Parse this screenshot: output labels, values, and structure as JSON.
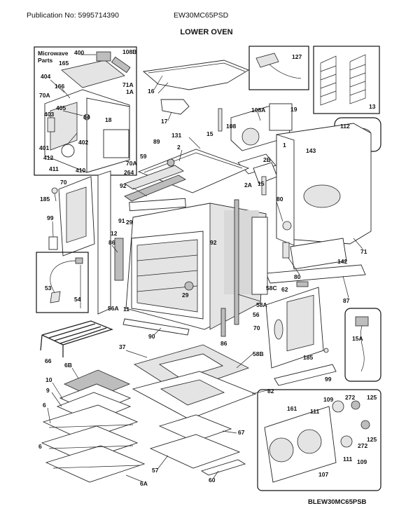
{
  "header": {
    "publication": "Publication No: 5995714390",
    "model": "EW30MC65PSD"
  },
  "title": "LOWER OVEN",
  "footer": "BLEW30MC65PSB",
  "insets": {
    "microwave_parts_line1": "Microwave",
    "microwave_parts_line2": "Parts"
  },
  "callouts": {
    "c400": "400",
    "c108B": "108B",
    "c165": "165",
    "c404": "404",
    "c166": "166",
    "c71A": "71A",
    "c1A": "1A",
    "c70A_top": "70A",
    "c405": "405",
    "c403": "403",
    "c84": "84",
    "c18": "18",
    "c402": "402",
    "c401": "401",
    "c412": "412",
    "c411": "411",
    "c410": "410",
    "c70A_bot": "70A",
    "c16": "16",
    "c17": "17",
    "c127": "127",
    "c13": "13",
    "c112": "112",
    "c108A": "108A",
    "c19": "19",
    "c108": "108",
    "c15a": "15",
    "c15b": "15",
    "c131": "131",
    "c2": "2",
    "c89": "89",
    "c1": "1",
    "c143": "143",
    "c2B": "2B",
    "c2A": "2A",
    "c59": "59",
    "c264": "264",
    "c92a": "92",
    "c92b": "92",
    "c70a": "70",
    "c185a": "185",
    "c99a": "99",
    "c91": "91",
    "c29a": "29",
    "c12": "12",
    "c86a": "86",
    "c80a": "80",
    "c80b": "80",
    "c71": "71",
    "c142": "142",
    "c53": "53",
    "c54": "54",
    "c58C": "58C",
    "c62": "62",
    "c87": "87",
    "c29b": "29",
    "c58A": "58A",
    "c56A": "56A",
    "c11": "11",
    "c56": "56",
    "c70b": "70",
    "c90": "90",
    "c86b": "86",
    "c37": "37",
    "c58B": "58B",
    "c15A": "15A",
    "c185b": "185",
    "c99b": "99",
    "c66": "66",
    "c6B": "6B",
    "c10": "10",
    "c9": "9",
    "c6a": "6",
    "c6b": "6",
    "c82": "82",
    "c109a": "109",
    "c272a": "272",
    "c125a": "125",
    "c161": "161",
    "c111a": "111",
    "c67": "67",
    "c57": "57",
    "c60": "60",
    "c6A": "6A",
    "c107": "107",
    "c272b": "272",
    "c125b": "125",
    "c111b": "111",
    "c109b": "109"
  }
}
